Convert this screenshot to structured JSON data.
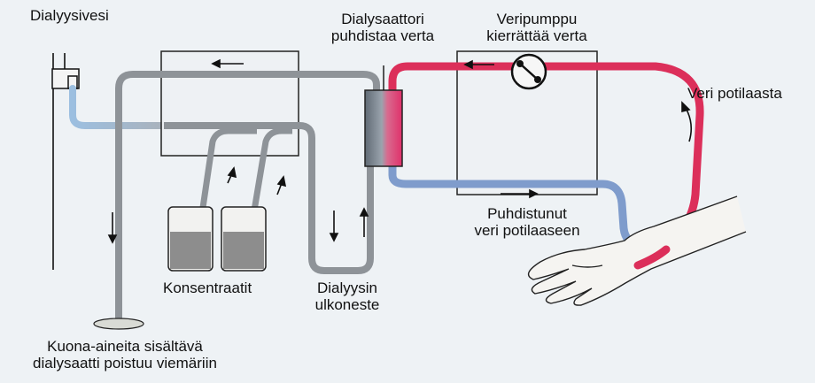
{
  "labels": {
    "dialysate_water": "Dialyysivesi",
    "dialyzer_line1": "Dialysaattori",
    "dialyzer_line2": "puhdistaa verta",
    "pump_line1": "Veripumppu",
    "pump_line2": "kierrättää verta",
    "blood_from_patient": "Veri potilaasta",
    "clean_blood_line1": "Puhdistunut",
    "clean_blood_line2": "veri potilaaseen",
    "concentrates": "Konsentraatit",
    "outer_fluid_line1": "Dialyysin",
    "outer_fluid_line2": "ulkoneste",
    "drain_line1": "Kuona-aineita sisältävä",
    "drain_line2": "dialysaatti poistuu viemäriin"
  },
  "colors": {
    "background": "#eef2f5",
    "grey_tube": "#8e9398",
    "water_tube": "#8fb4d8",
    "blood_red": "#dc2f5a",
    "clean_blue": "#7f9ccc",
    "outline": "#222222"
  }
}
